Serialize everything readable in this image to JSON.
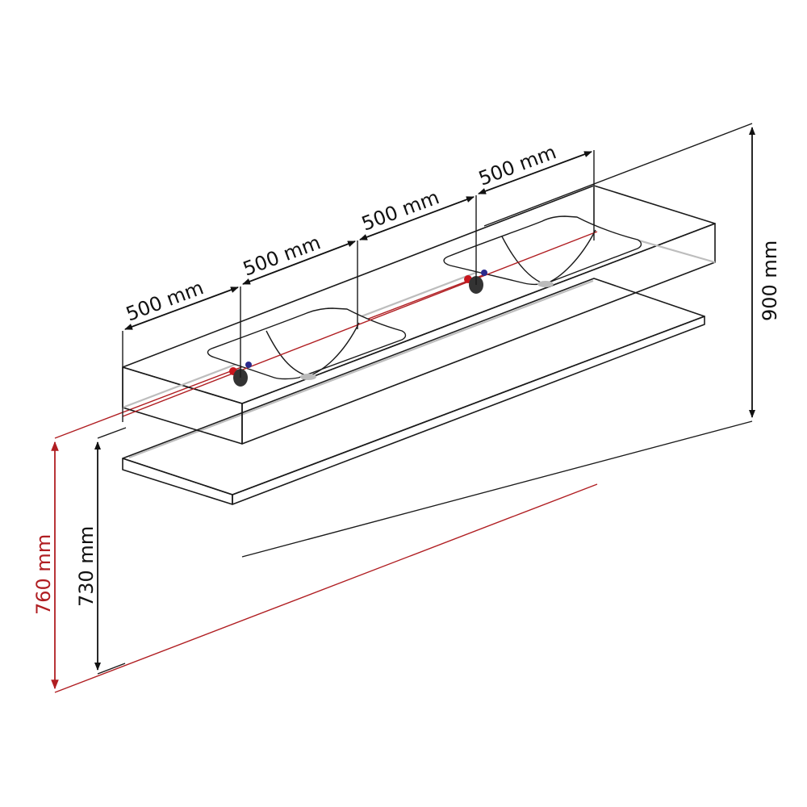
{
  "dimensions": {
    "spacing_1": "500 mm",
    "spacing_2": "500 mm",
    "spacing_3": "500 mm",
    "spacing_4": "500 mm",
    "height_top": "900 mm",
    "height_outlet": "760 mm",
    "height_shelf": "730 mm"
  },
  "colors": {
    "outline": "#1a1a1a",
    "hot_water": "#c8161d",
    "cold_water": "#2a2a8c",
    "drain": "#333333",
    "dimension_red": "#b01e22"
  },
  "icons": {
    "hot_valve": "hot-water-connection-icon",
    "cold_valve": "cold-water-connection-icon",
    "drain": "drain-outlet-icon"
  }
}
